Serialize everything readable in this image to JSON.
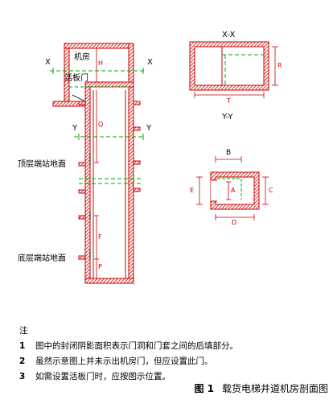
{
  "labels": {
    "machine_room": "机房",
    "trap_door": "活板门",
    "x_left": "X",
    "x_right": "X",
    "y_left": "Y",
    "y_right": "Y",
    "top_floor": "顶层端站地面",
    "bottom_floor": "底层端站地面",
    "section_xx": "X-X",
    "section_yy": "Y-Y",
    "dim_h": "H",
    "dim_q": "Q",
    "dim_f": "F",
    "dim_p": "P",
    "dim_t": "T",
    "dim_r": "R",
    "dim_b": "B",
    "dim_e": "E",
    "dim_a": "A",
    "dim_c": "C",
    "dim_d": "D"
  },
  "notes": {
    "heading": "注",
    "items": [
      {
        "num": "1",
        "text": "图中的封闭阴影面积表示门洞和门套之间的后填部分。"
      },
      {
        "num": "2",
        "text": "虽然示意图上并未示出机房门，但应设置此门。"
      },
      {
        "num": "3",
        "text": "如需设置活板门时，应按图示位置。"
      }
    ]
  },
  "caption": {
    "figure": "图 1",
    "title": "载货电梯井道机房剖面图"
  },
  "colors": {
    "wall": "#cc0000",
    "dimension": "#cc0000",
    "dashed": "#00aa00",
    "text": "#000000"
  }
}
